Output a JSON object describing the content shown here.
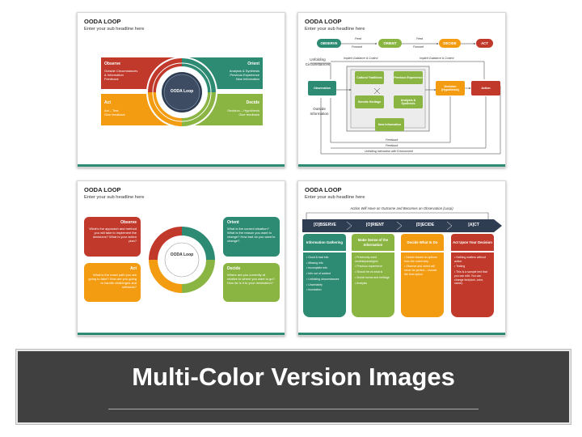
{
  "colors": {
    "red": "#c0392b",
    "teal": "#2e8b73",
    "orange": "#f39c12",
    "green": "#8bb542",
    "dark": "#404040"
  },
  "slide1": {
    "title": "OODA LOOP",
    "subtitle": "Enter your sub headline here",
    "center": "OODA Loop",
    "observe": {
      "label": "Observe",
      "lines": [
        "Outside Circumstances",
        "& Information",
        "Feedback"
      ]
    },
    "orient": {
      "label": "Orient",
      "lines": [
        "Analysis & Synthesis",
        "Previous Experience",
        "New Information"
      ]
    },
    "act": {
      "label": "Act",
      "lines": [
        "Act – Test",
        "Give feedback"
      ]
    },
    "decide": {
      "label": "Decide",
      "lines": [
        "Decision – Hypothesis",
        "Give feedback"
      ]
    }
  },
  "slide2": {
    "title": "OODA LOOP",
    "subtitle": "Enter your sub headline here",
    "pills": [
      "OBSERVE",
      "ORIENT",
      "DECIDE",
      "ACT"
    ],
    "feed_top": "Feed",
    "feed_bottom": "Forward",
    "unfolding": "Unfolding Circumstances",
    "implicit": "Implicit Guidance & Control",
    "observation": "Observation",
    "outside": "Outside Information",
    "cultural": "Cultural Traditions",
    "previous": "Previous Experience",
    "genetic": "Genetic Heritage",
    "analysis": "Analysis & Synthesis",
    "newinfo": "New Information",
    "decision": "Decision (Hypothesis)",
    "action": "Action",
    "feedback": "Feedback",
    "unfolding_env": "Unfolding Interaction with Environment"
  },
  "slide3": {
    "title": "OODA LOOP",
    "subtitle": "Enter your sub headline here",
    "center": "OODA Loop",
    "observe": {
      "label": "Observe",
      "text": "What's the approach and method you will take to implement the decisions? What is your action plan?"
    },
    "orient": {
      "label": "Orient",
      "text": "What is the current situation? What is the reason you want to change? How bad do you want to change?"
    },
    "act": {
      "label": "Act",
      "text": "What is the exact path you are going to take? How are you going to handle challenges and setbacks?"
    },
    "decide": {
      "label": "Decide",
      "text": "Where are you currently at relative to where you want to go? How far is it to your destination?"
    }
  },
  "slide4": {
    "title": "OODA LOOP",
    "subtitle": "Enter your sub headline here",
    "top_note": "Action Will Have an Outcome and Becomes an Observation (Loop)",
    "arrow": [
      "[O]BSERVE",
      "[O]RIENT",
      "[D]ECIDE",
      "[A]CT"
    ],
    "columns": [
      {
        "head": "Information Gathering",
        "items": [
          "Good & bad info",
          "Missing info",
          "Incomplete info",
          "Info out of context",
          "Unfolding circumstances",
          "Uncertainty",
          "Inundation"
        ]
      },
      {
        "head": "Make Sense of the Information",
        "items": [
          "Previously used models/paradigms",
          "Previous experience",
          "Should be vs what is",
          "Social norms and heritage",
          "Analysis"
        ]
      },
      {
        "head": "Decide What to Do",
        "items": [
          "Decide based on options from the orient step",
          "Observe and orient will never be perfect – choose the best option"
        ]
      },
      {
        "head": "Act Upon Your Decision",
        "items": [
          "Nothing matters without action",
          "Testing",
          "This is a sample text that you can edit. You can change font(size, color, name)."
        ]
      }
    ]
  },
  "banner": {
    "text": "Multi-Color Version Images"
  }
}
